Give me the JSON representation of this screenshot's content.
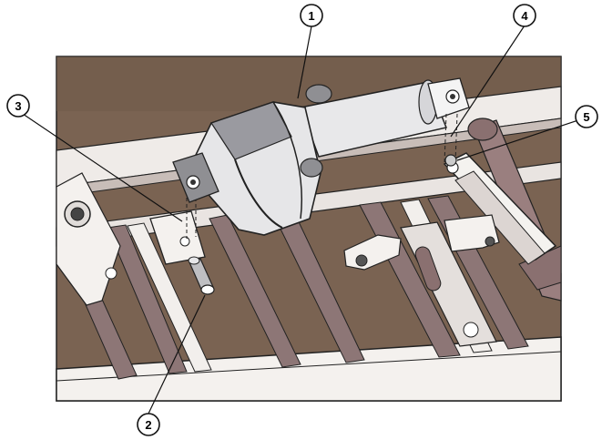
{
  "callouts": [
    {
      "number": "1"
    },
    {
      "number": "2"
    },
    {
      "number": "3"
    },
    {
      "number": "4"
    },
    {
      "number": "5"
    }
  ],
  "colors": {
    "floor": "#7a6352",
    "frame": "#f2efec",
    "frame_shadow": "#cfc6c2",
    "rail_dark": "#8d7676",
    "actuator_body": "#e8e8ea",
    "actuator_motor": "#9a9aa0",
    "outline": "#222222"
  }
}
